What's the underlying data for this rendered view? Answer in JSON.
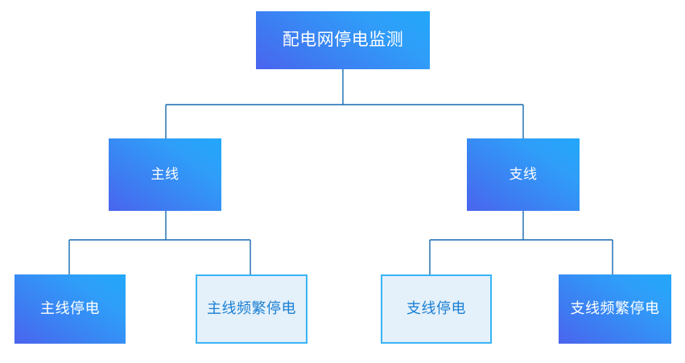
{
  "diagram": {
    "title": "配电网停电监测",
    "type": "tree",
    "background_color": "#ffffff",
    "palette": {
      "gradient_start": "#22a7fb",
      "gradient_end": "#4a64ee",
      "filled_text": "#ffffff",
      "outlined_fill": "#e4f0fa",
      "outlined_border": "#38b4f6",
      "outlined_text": "#1a7fd4",
      "connector": "#1769b0"
    },
    "nodes": {
      "root": {
        "label": "配电网停电监测",
        "style": "filled"
      },
      "mainline": {
        "label": "主线",
        "style": "filled"
      },
      "branchline": {
        "label": "支线",
        "style": "filled"
      },
      "mainline_outage": {
        "label": "主线停电",
        "style": "filled"
      },
      "mainline_frequent": {
        "label": "主线频繁停电",
        "style": "outlined"
      },
      "branchline_outage": {
        "label": "支线停电",
        "style": "outlined"
      },
      "branchline_frequent": {
        "label": "支线频繁停电",
        "style": "filled"
      }
    },
    "edges": [
      {
        "from": "root",
        "to": "mainline"
      },
      {
        "from": "root",
        "to": "branchline"
      },
      {
        "from": "mainline",
        "to": "mainline_outage"
      },
      {
        "from": "mainline",
        "to": "mainline_frequent"
      },
      {
        "from": "branchline",
        "to": "branchline_outage"
      },
      {
        "from": "branchline",
        "to": "branchline_frequent"
      }
    ]
  }
}
